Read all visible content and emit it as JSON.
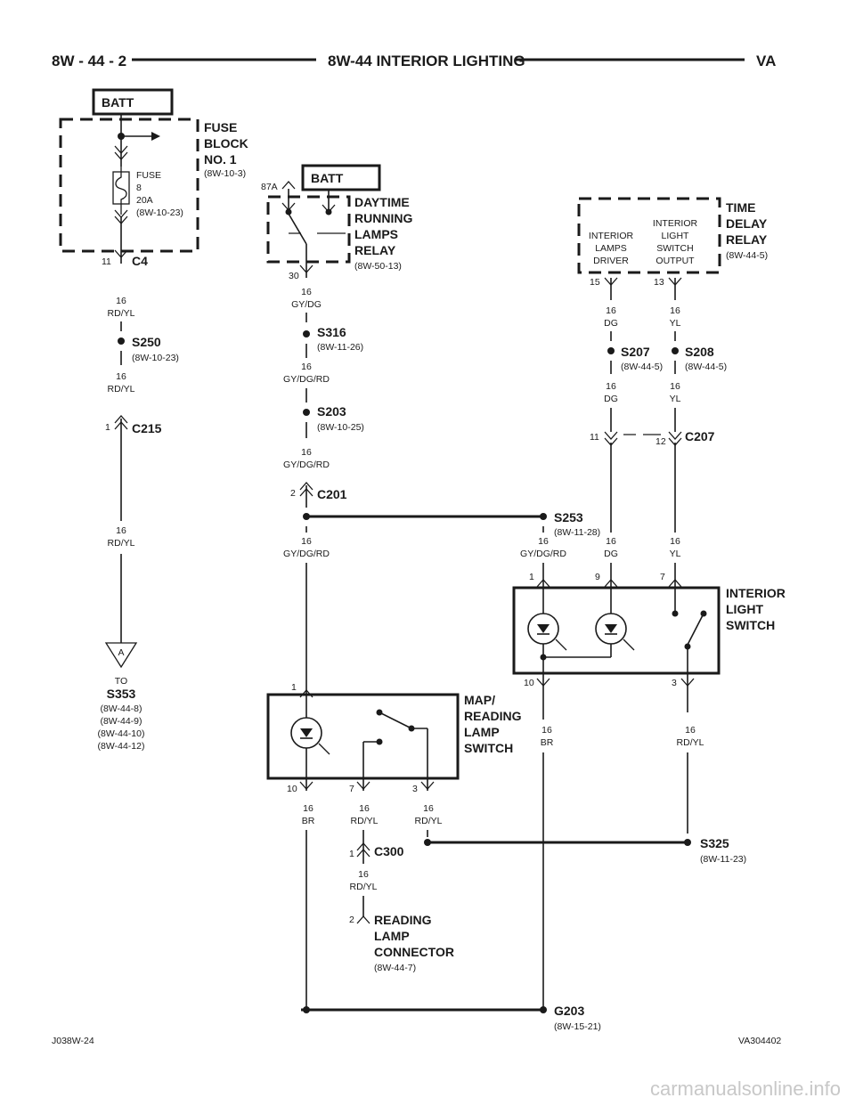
{
  "header": {
    "left": "8W - 44 - 2",
    "center": "8W-44 INTERIOR LIGHTING",
    "right": "VA"
  },
  "footer": {
    "left": "J038W-24",
    "right": "VA304402"
  },
  "watermark": "carmanualsonline.info",
  "batt1": "BATT",
  "batt2": "BATT",
  "fuse_block": {
    "l1": "FUSE",
    "l2": "BLOCK",
    "l3": "NO. 1",
    "ref": "(8W-10-3)"
  },
  "fuse": {
    "l1": "FUSE",
    "l2": "8",
    "l3": "20A",
    "ref": "(8W-10-23)"
  },
  "c4": {
    "pin": "11",
    "name": "C4"
  },
  "wire1": {
    "gauge": "16",
    "color": "RD/YL"
  },
  "s250": {
    "name": "S250",
    "ref": "(8W-10-23)"
  },
  "wire2": {
    "gauge": "16",
    "color": "RD/YL"
  },
  "c215": {
    "pin": "1",
    "name": "C215"
  },
  "wire3": {
    "gauge": "16",
    "color": "RD/YL"
  },
  "to_a": {
    "letter": "A",
    "to": "TO",
    "name": "S353",
    "refs": [
      "(8W-44-8)",
      "(8W-44-9)",
      "(8W-44-10)",
      "(8W-44-12)"
    ]
  },
  "drl": {
    "l1": "DAYTIME",
    "l2": "RUNNING",
    "l3": "LAMPS",
    "l4": "RELAY",
    "ref": "(8W-50-13)",
    "pin_top": "87A",
    "pin_bot": "30"
  },
  "wire4": {
    "gauge": "16",
    "color": "GY/DG"
  },
  "s316": {
    "name": "S316",
    "ref": "(8W-11-26)"
  },
  "wire5": {
    "gauge": "16",
    "color": "GY/DG/RD"
  },
  "s203": {
    "name": "S203",
    "ref": "(8W-10-25)"
  },
  "wire6": {
    "gauge": "16",
    "color": "GY/DG/RD"
  },
  "c201": {
    "pin": "2",
    "name": "C201"
  },
  "wire7": {
    "gauge": "16",
    "color": "GY/DG/RD"
  },
  "s253": {
    "name": "S253",
    "ref": "(8W-11-28)"
  },
  "wire8": {
    "gauge": "16",
    "color": "GY/DG/RD"
  },
  "tdr": {
    "l1": "TIME",
    "l2": "DELAY",
    "l3": "RELAY",
    "ref": "(8W-44-5)",
    "drv1": "INTERIOR",
    "drv2": "LAMPS",
    "drv3": "DRIVER",
    "out1": "INTERIOR",
    "out2": "LIGHT",
    "out3": "SWITCH",
    "out4": "OUTPUT",
    "pin15": "15",
    "pin13": "13"
  },
  "wire9": {
    "gauge": "16",
    "color": "DG"
  },
  "wire10": {
    "gauge": "16",
    "color": "YL"
  },
  "s207": {
    "name": "S207",
    "ref": "(8W-44-5)"
  },
  "s208": {
    "name": "S208",
    "ref": "(8W-44-5)"
  },
  "wire11": {
    "gauge": "16",
    "color": "DG"
  },
  "wire12": {
    "gauge": "16",
    "color": "YL"
  },
  "c207": {
    "pin11": "11",
    "pin12": "12",
    "name": "C207"
  },
  "wire13": {
    "gauge": "16",
    "color": "DG"
  },
  "wire14": {
    "gauge": "16",
    "color": "YL"
  },
  "ils": {
    "l1": "INTERIOR",
    "l2": "LIGHT",
    "l3": "SWITCH",
    "p1": "1",
    "p9": "9",
    "p7": "7",
    "p10": "10",
    "p3": "3"
  },
  "wire15": {
    "gauge": "16",
    "color": "BR"
  },
  "wire16": {
    "gauge": "16",
    "color": "RD/YL"
  },
  "map": {
    "l1": "MAP/",
    "l2": "READING",
    "l3": "LAMP",
    "l4": "SWITCH",
    "p1": "1",
    "p10": "10",
    "p7": "7",
    "p3": "3"
  },
  "wire17": {
    "gauge": "16",
    "color": "BR"
  },
  "wire18": {
    "gauge": "16",
    "color": "RD/YL"
  },
  "wire19": {
    "gauge": "16",
    "color": "RD/YL"
  },
  "c300": {
    "pin": "1",
    "name": "C300"
  },
  "wire20": {
    "gauge": "16",
    "color": "RD/YL"
  },
  "s325": {
    "name": "S325",
    "ref": "(8W-11-23)"
  },
  "rlc": {
    "pin": "2",
    "l1": "READING",
    "l2": "LAMP",
    "l3": "CONNECTOR",
    "ref": "(8W-44-7)"
  },
  "g203": {
    "name": "G203",
    "ref": "(8W-15-21)"
  }
}
